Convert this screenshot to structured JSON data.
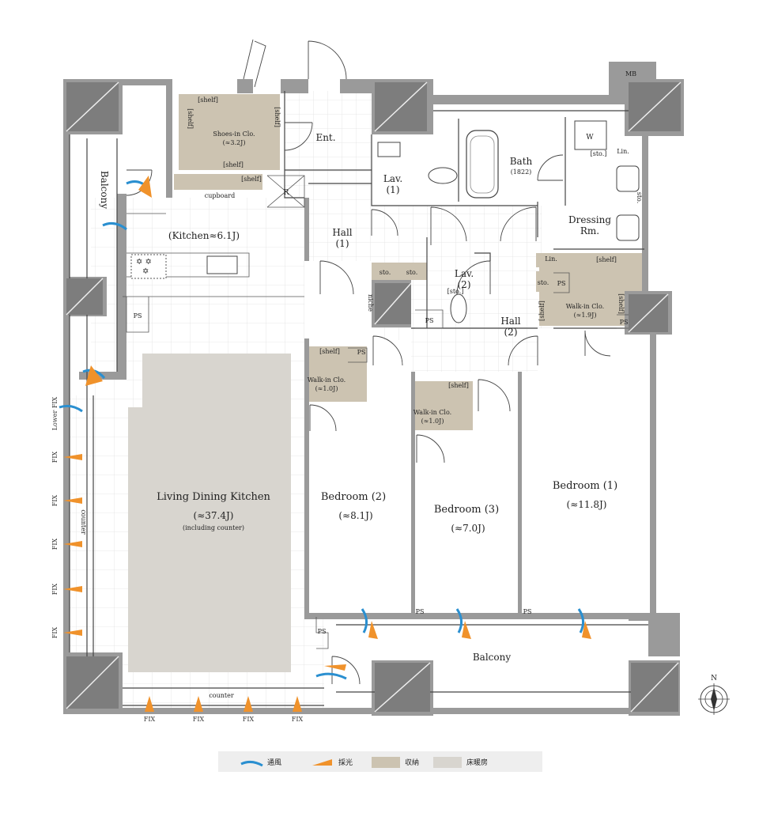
{
  "rooms": {
    "ldk_name": "Living Dining Kitchen",
    "ldk_area": "(≈37.4J)",
    "ldk_note": "(including counter)",
    "kitchen": "(Kitchen≈6.1J)",
    "bedroom1_name": "Bedroom (1)",
    "bedroom1_area": "(≈11.8J)",
    "bedroom2_name": "Bedroom (2)",
    "bedroom2_area": "(≈8.1J)",
    "bedroom3_name": "Bedroom (3)",
    "bedroom3_area": "(≈7.0J)",
    "entrance": "Ent.",
    "hall1_name": "Hall",
    "hall1_num": "(1)",
    "hall2_name": "Hall",
    "hall2_num": "(2)",
    "lav1_name": "Lav.",
    "lav1_num": "(1)",
    "lav2_name": "Lav.",
    "lav2_num": "(2)",
    "bath_name": "Bath",
    "bath_size": "(1822)",
    "dressing_name": "Dressing",
    "dressing_name2": "Rm.",
    "balcony_left": "Balcony",
    "balcony_bottom": "Balcony"
  },
  "storage_labels": {
    "shoes_name": "Shoes-in Clo.",
    "shoes_area": "(≈3.2J)",
    "wic1_name": "Walk-in Clo.",
    "wic1_area": "(≈1.9J)",
    "wic2_name": "Walk-in Clo.",
    "wic2_area": "(≈1.0J)",
    "wic3_name": "Walk-in Clo.",
    "wic3_area": "(≈1.0J)",
    "shelf": "[shelf]",
    "sto": "sto.",
    "sto_bracket": "[sto.]",
    "lin": "Lin.",
    "ps": "PS",
    "mb": "MB",
    "w": "W",
    "r": "R",
    "niche": "niche",
    "cupboard": "cupboard",
    "counter": "counter",
    "fix": "FIX",
    "lower_fix": "Lower FIX"
  },
  "compass": {
    "north": "N"
  },
  "legend": [
    {
      "label": "通風",
      "color": "#2a8fd0"
    },
    {
      "label": "採光",
      "color": "#f0922b"
    },
    {
      "label": "収納",
      "color": "#ccc3b1"
    },
    {
      "label": "床暖房",
      "color": "#d8d5cf"
    }
  ]
}
